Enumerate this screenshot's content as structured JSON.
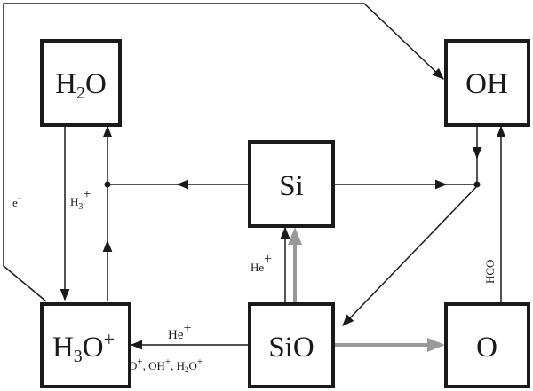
{
  "nodes": {
    "h2o": {
      "main": "H",
      "sub": "2",
      "tail": "O"
    },
    "oh": {
      "label": "OH"
    },
    "si": {
      "label": "Si"
    },
    "h3o": {
      "main": "H",
      "sub": "3",
      "mid": "O",
      "sup": "+"
    },
    "sio": {
      "label": "SiO"
    },
    "o": {
      "label": "O"
    }
  },
  "labels": {
    "electron": {
      "base": "e",
      "sup": "-"
    },
    "h_plus": {
      "base": "H",
      "sub": "3",
      "sup": "+"
    },
    "he_plus_vertical": {
      "base": "He",
      "sup": "+"
    },
    "hcо_vertical": "HCO",
    "he_plus_horizontal": {
      "base": "He",
      "sup": "+"
    },
    "reactants_bottom": {
      "o": "O",
      "o_sup": "+",
      "oh": ", OH",
      "oh_sup": "+",
      "h2o": ", H",
      "h2o_sub": "2",
      "h2o_tail": "O",
      "h2o_sup": "+"
    }
  },
  "colors": {
    "stroke": "#1a1a1a",
    "gray_path": "#999999"
  }
}
